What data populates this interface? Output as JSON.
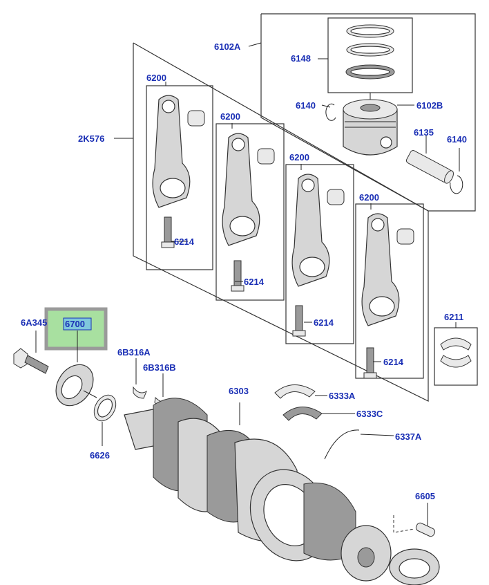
{
  "callouts": {
    "c6102A": "6102A",
    "c6148": "6148",
    "c6140_top": "6140",
    "c6102B": "6102B",
    "c6135": "6135",
    "c6140_right": "6140",
    "c2K576": "2K576",
    "c6200_1": "6200",
    "c6200_2": "6200",
    "c6200_3": "6200",
    "c6200_4": "6200",
    "c6214_1": "6214",
    "c6214_2": "6214",
    "c6214_3": "6214",
    "c6214_4": "6214",
    "c6211": "6211",
    "c6A345": "6A345",
    "c6700": "6700",
    "c6B316A": "6B316A",
    "c6B316B": "6B316B",
    "c6303": "6303",
    "c6333A": "6333A",
    "c6333C": "6333C",
    "c6337A": "6337A",
    "c6626": "6626",
    "c6605": "6605"
  },
  "highlight": {
    "part": "6700",
    "fill": "#a8e0a0",
    "frame": "#9a9a9a"
  },
  "colors": {
    "callout_text": "#1a2fb5",
    "line": "#222222"
  }
}
